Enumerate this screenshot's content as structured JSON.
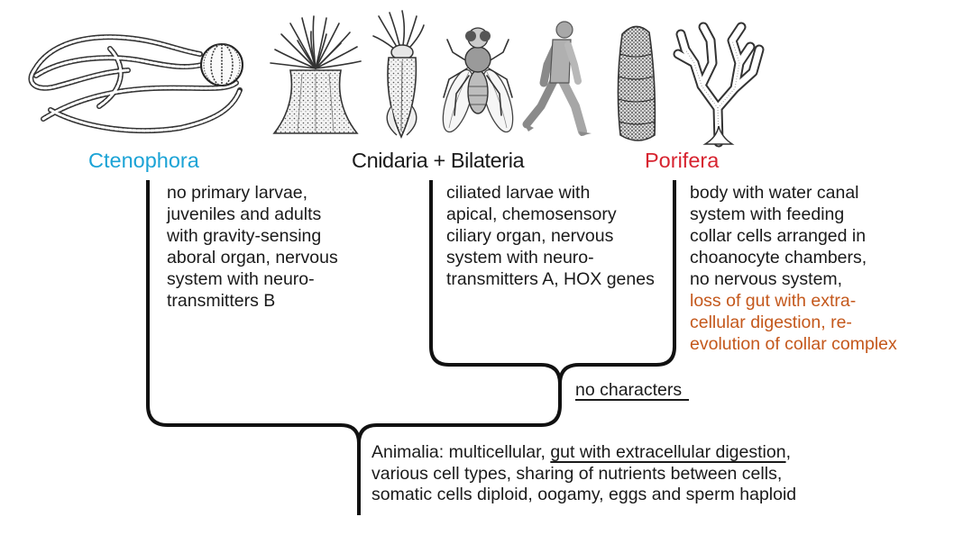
{
  "taxa": {
    "ctenophora": {
      "label": "Ctenophora",
      "color": "#1ba3d6"
    },
    "cnidaria_bilateria": {
      "label": "Cnidaria + Bilateria",
      "color": "#1a1a1a"
    },
    "porifera": {
      "label": "Porifera",
      "color": "#d7232f"
    }
  },
  "characters": {
    "ctenophora": [
      "no primary larvae,",
      "juveniles and adults",
      "with gravity-sensing",
      "aboral organ, nervous",
      "system with neuro-",
      "transmitters B"
    ],
    "cnidaria_bilateria": [
      "ciliated larvae with",
      "apical, chemosensory",
      "ciliary organ, nervous",
      "system with neuro-",
      "transmitters A, HOX genes"
    ],
    "porifera": {
      "lines": [
        "body with water canal",
        "system with feeding",
        "collar cells arranged in",
        "choanocyte chambers,",
        "no nervous system,"
      ],
      "derived_lines": [
        "loss of gut with extra-",
        "cellular digestion, re-",
        "evolution of collar complex"
      ],
      "derived_color": "#c4581c"
    },
    "cnidaria_bilateria_porifera": "no characters",
    "animalia": {
      "line1_prefix": "Animalia: multicellular, ",
      "line1_underlined": "gut with extracellular digestion",
      "line1_suffix": ",",
      "line2": "various cell types, sharing of nutrients between cells,",
      "line3": "somatic cells diploid, oogamy, eggs and sperm haploid"
    }
  },
  "illustrations": [
    "ctenophore-icon",
    "sea-anemone-icon",
    "squid-icon",
    "fly-icon",
    "human-icon",
    "tubular-sponge-icon",
    "branching-sponge-icon"
  ]
}
